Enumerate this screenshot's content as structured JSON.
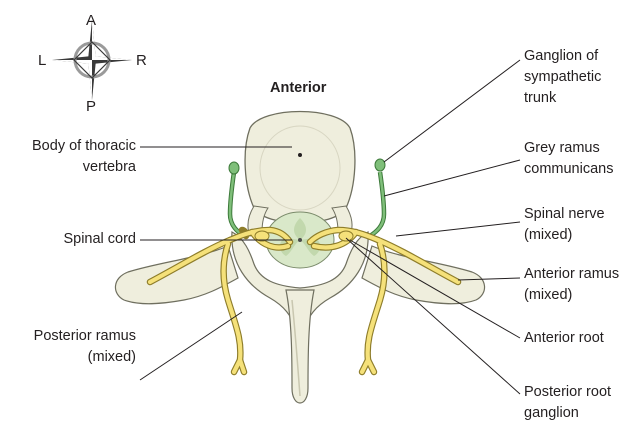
{
  "compass": {
    "anterior": "A",
    "posterior": "P",
    "left": "L",
    "right": "R"
  },
  "orientation_label": "Anterior",
  "labels": {
    "body_of_vertebra": "Body of thoracic\nvertebra",
    "spinal_cord": "Spinal cord",
    "posterior_ramus": "Posterior ramus\n(mixed)",
    "ganglion_sympathetic": "Ganglion of\nsympathetic\ntrunk",
    "grey_ramus": "Grey ramus\ncommunicans",
    "spinal_nerve": "Spinal nerve\n(mixed)",
    "anterior_ramus": "Anterior ramus\n(mixed)",
    "anterior_root": "Anterior root",
    "posterior_root_ganglion": "Posterior root\nganglion"
  },
  "colors": {
    "bone": "#efeedd",
    "bone_outline": "#6f6f5f",
    "nerve": "#f5e17a",
    "nerve_outline": "#8e7d2a",
    "cord": "#d9e8c9",
    "sympathetic": "#7fbf7a",
    "sympathetic_outline": "#3d7a3a",
    "leader": "#231f20"
  }
}
